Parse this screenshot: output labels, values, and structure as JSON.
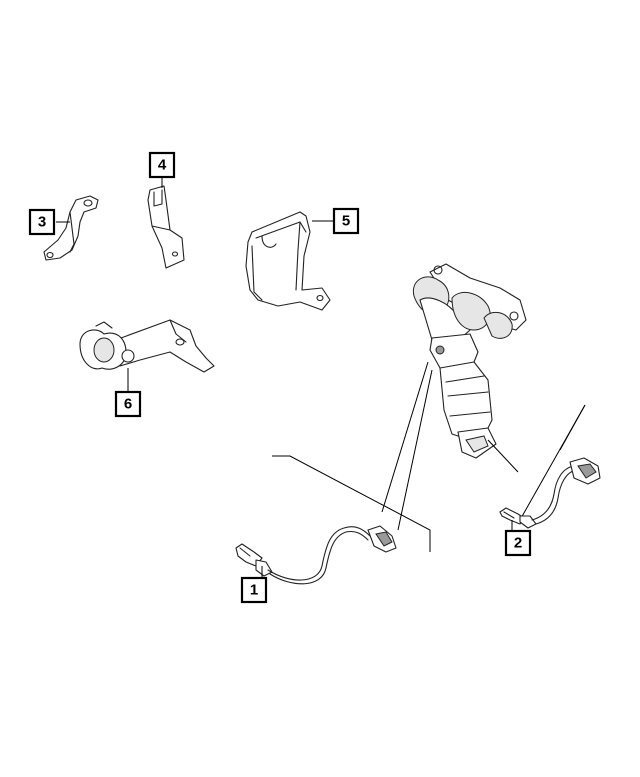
{
  "callouts": [
    {
      "id": "1",
      "label": "1"
    },
    {
      "id": "2",
      "label": "2"
    },
    {
      "id": "3",
      "label": "3"
    },
    {
      "id": "4",
      "label": "4"
    },
    {
      "id": "5",
      "label": "5"
    },
    {
      "id": "6",
      "label": "6"
    }
  ],
  "parts": [
    {
      "callout": "1",
      "icon": "upstream-oxygen-sensor"
    },
    {
      "callout": "2",
      "icon": "downstream-oxygen-sensor"
    },
    {
      "callout": "3",
      "icon": "bracket"
    },
    {
      "callout": "4",
      "icon": "bracket-clip"
    },
    {
      "callout": "5",
      "icon": "heat-shield"
    },
    {
      "callout": "6",
      "icon": "sensor-harness-bracket"
    },
    {
      "callout": "",
      "icon": "exhaust-manifold-catalytic-converter"
    }
  ]
}
